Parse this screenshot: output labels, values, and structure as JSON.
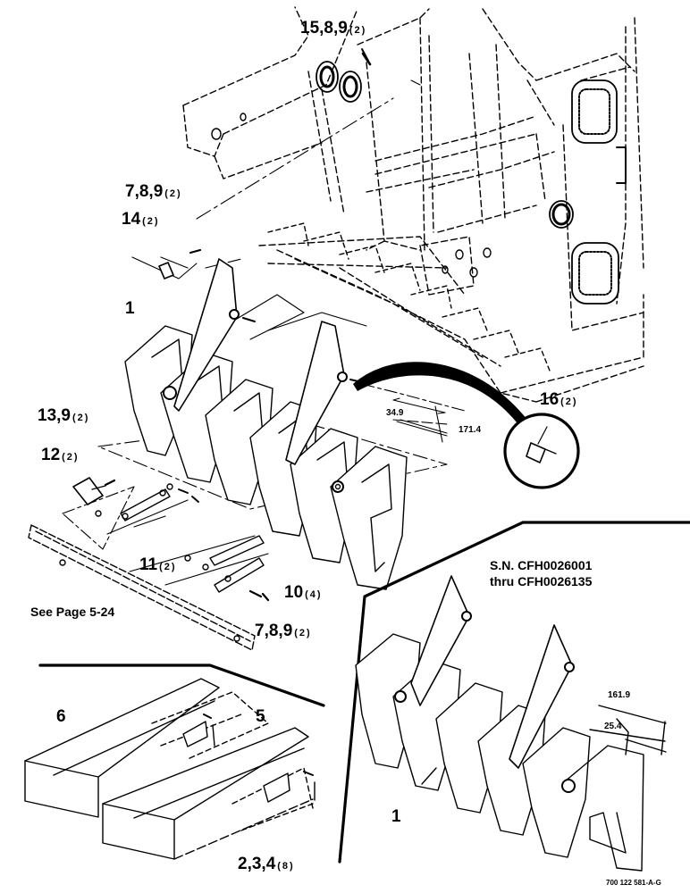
{
  "callouts": [
    {
      "num": "15,8,9",
      "qty": "(2)"
    },
    {
      "num": "7,8,9",
      "qty": "(2)"
    },
    {
      "num": "14",
      "qty": "(2)"
    },
    {
      "num": "1",
      "qty": ""
    },
    {
      "num": "16",
      "qty": "(2)"
    },
    {
      "num": "13,9",
      "qty": "(2)"
    },
    {
      "num": "12",
      "qty": "(2)"
    },
    {
      "num": "11",
      "qty": "(2)"
    },
    {
      "num": "10",
      "qty": "(4)"
    },
    {
      "num": "7,8,9",
      "qty": "(2)"
    },
    {
      "num": "6",
      "qty": ""
    },
    {
      "num": "5",
      "qty": ""
    },
    {
      "num": "2,3,4",
      "qty": "(8)"
    },
    {
      "num": "1",
      "qty": ""
    }
  ],
  "dimensions": [
    "34.9",
    "171.4",
    "161.9",
    "25.4"
  ],
  "notes": {
    "see_page": "See Page 5-24",
    "serial_line1": "S.N. CFH0026001",
    "serial_line2": "thru CFH0026135"
  },
  "figure_code": "700 122 581-A-G"
}
